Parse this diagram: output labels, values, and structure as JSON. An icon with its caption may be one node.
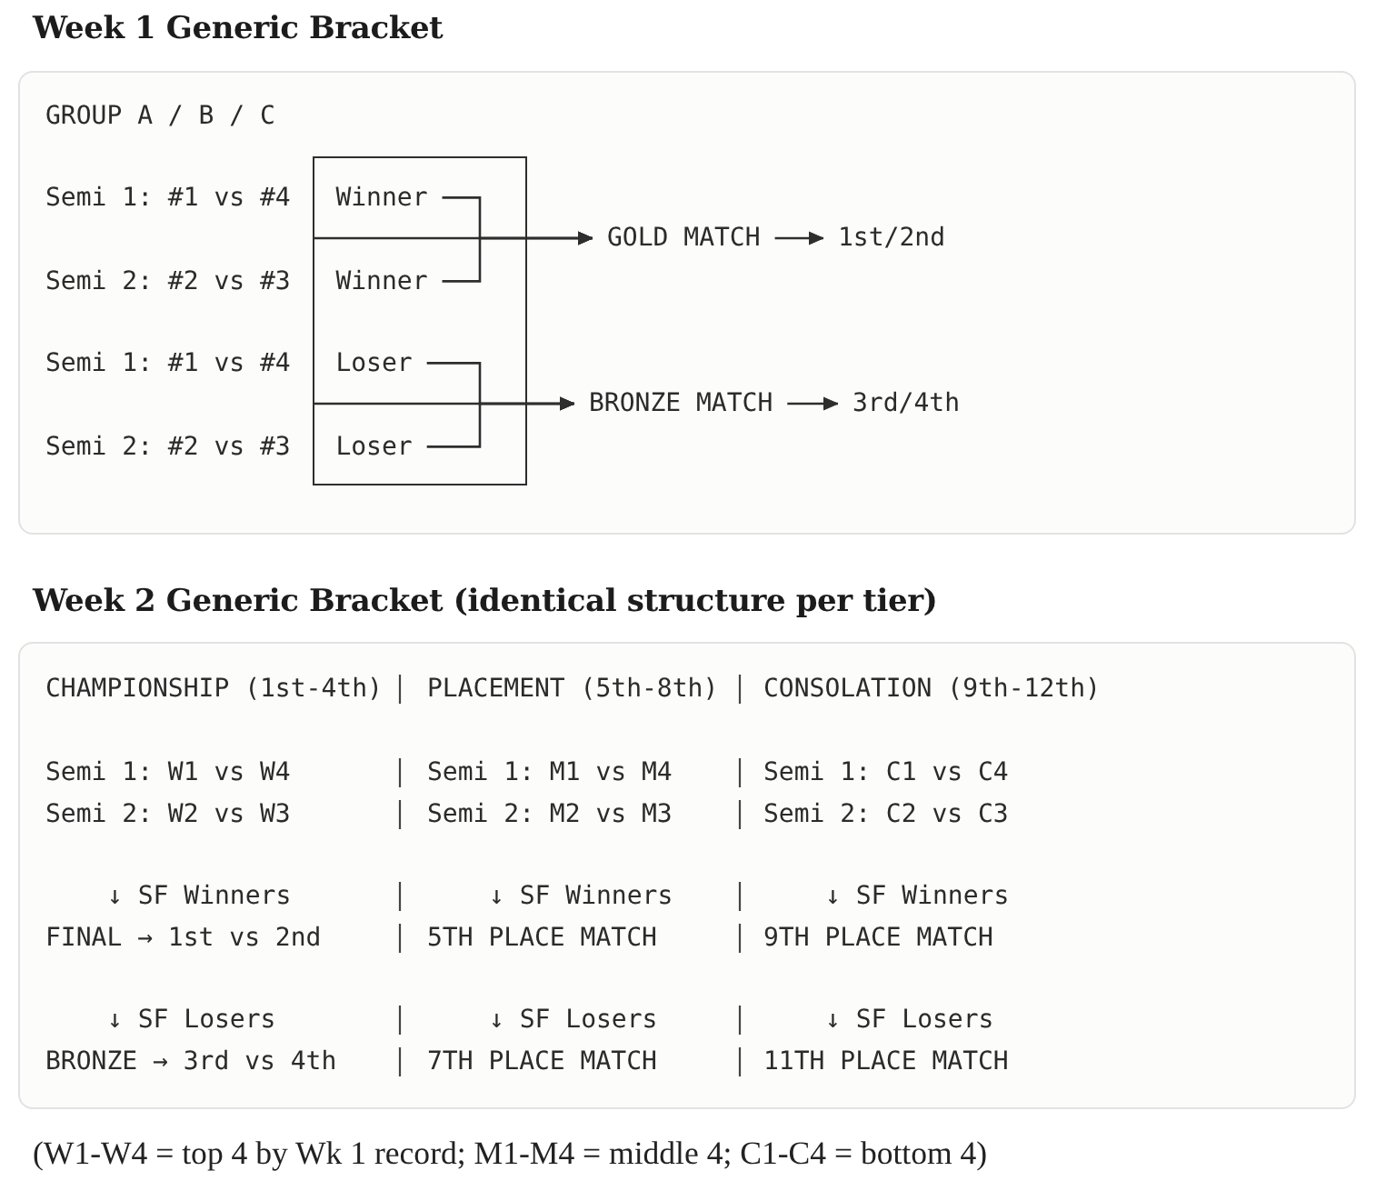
{
  "diagram": {
    "caption": "(W1-W4 = top 4 by Wk 1 record; M1-M4 = middle 4; C1-C4 = bottom 4)",
    "nodes": [
      {
        "text": [
          "Week 1 Generic Bracket"
        ]
      },
      {
        "text": [],
        "shape": "box",
        "in": 0
      },
      {
        "text": [
          "Winner"
        ],
        "in": 1
      },
      {
        "text": [
          "GOLD MATCH"
        ],
        "in": 0
      },
      {
        "text": [
          "1st/2nd"
        ],
        "in": 0
      },
      {
        "text": [
          "Winner"
        ],
        "in": 1
      },
      {
        "text": [
          "Loser"
        ],
        "in": 1
      },
      {
        "text": [
          "BRONZE MATCH"
        ],
        "in": 0
      },
      {
        "text": [
          "3rd/4th"
        ],
        "in": 0
      },
      {
        "text": [
          "Loser"
        ],
        "in": 1
      },
      {
        "text": [
          "Week 2 Generic Bracket (identical structure per tier)"
        ]
      }
    ],
    "edges": [
      {
        "from": 2,
        "to": 3,
        "arrow": "to"
      },
      {
        "from": 1,
        "to": 3,
        "arrow": "to"
      },
      {
        "from": 5,
        "to": 3,
        "arrow": "to"
      },
      {
        "from": 3,
        "to": 4,
        "arrow": "to"
      },
      {
        "from": 6,
        "to": 7,
        "arrow": "to"
      },
      {
        "from": 1,
        "to": 7,
        "arrow": "to"
      },
      {
        "from": 9,
        "to": 7,
        "arrow": "to"
      },
      {
        "from": 7,
        "to": 8,
        "arrow": "to"
      }
    ],
    "labels": [
      "GROUP A / B / C",
      "Semi 1: #1 vs #4",
      "Semi 2: #2 vs #3",
      "Semi 1: #1 vs #4",
      "Semi 2: #2 vs #3",
      "CHAMPIONSHIP (1st-4th)",
      "PLACEMENT (5th-8th)",
      "CONSOLATION (9th-12th)",
      "Semi 1: W1 vs W4",
      "Semi 1: M1 vs M4",
      "Semi 1: C1 vs C4",
      "Semi 2: W2 vs W3",
      "Semi 2: M2 vs M3",
      "Semi 2: C2 vs C3",
      "↓ SF Winners",
      "↓ SF Winners",
      "↓ SF Winners",
      "FINAL → 1st vs 2nd",
      "5TH PLACE MATCH",
      "9TH PLACE MATCH",
      "↓ SF Losers",
      "↓ SF Losers",
      "↓ SF Losers",
      "BRONZE → 3rd vs 4th",
      "7TH PLACE MATCH",
      "11TH PLACE MATCH"
    ]
  }
}
